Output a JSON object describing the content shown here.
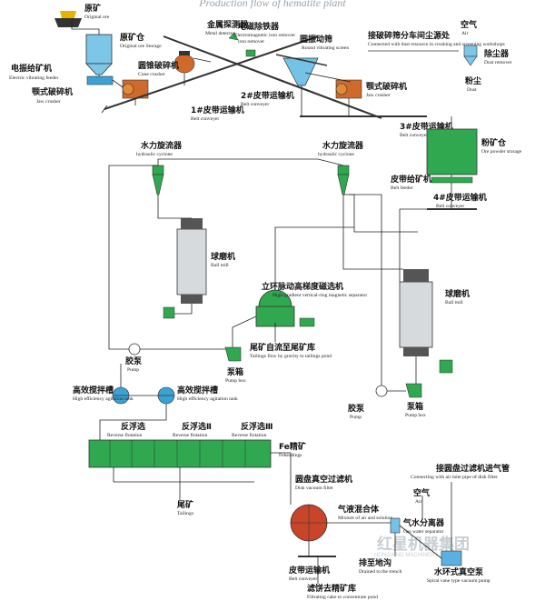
{
  "title": "Production flow of hematite plant",
  "labels": {
    "raw_ore": {
      "zh": "原矿",
      "en": "Original ore"
    },
    "raw_ore_bin": {
      "zh": "原矿仓",
      "en": "Original ore Storage"
    },
    "feeder": {
      "zh": "电振给矿机",
      "en": "Electric vibrating feeder"
    },
    "jaw1": {
      "zh": "颚式破碎机",
      "en": "Jaw crusher"
    },
    "detector": {
      "zh": "金属探测器",
      "en": "Metal detector"
    },
    "cone": {
      "zh": "圆锥破碎机",
      "en": "Cone crusher"
    },
    "iron_remover": {
      "zh": "电磁除铁器",
      "en": "Electromagnetic iron remover"
    },
    "screen": {
      "zh": "圆振动筛",
      "en": "Round vibrating screen"
    },
    "dust_conn": {
      "zh": "接破碎筛分车间尘源处",
      "en": "Connected with dust resource in crushing and screening workshops"
    },
    "air_top": {
      "zh": "空气",
      "en": "Air"
    },
    "dust_remover": {
      "zh": "除尘器",
      "en": "Dust remover"
    },
    "dust": {
      "zh": "粉尘",
      "en": "Dust"
    },
    "jaw2": {
      "zh": "颚式破碎机",
      "en": "Jaw crusher"
    },
    "belt1": {
      "zh": "1#皮带运输机",
      "en": "Belt conveyer"
    },
    "belt2": {
      "zh": "2#皮带运输机",
      "en": "Belt conveyer"
    },
    "belt3": {
      "zh": "3#皮带运输机",
      "en": "Belt conveyer"
    },
    "powder_bin": {
      "zh": "粉矿仓",
      "en": "Ore powder storage"
    },
    "belt_feeder": {
      "zh": "皮带给矿机",
      "en": "Belt feeder"
    },
    "belt4": {
      "zh": "4#皮带运输机",
      "en": "Belt conveyer"
    },
    "cyclone1": {
      "zh": "水力旋流器",
      "en": "hydraulic cyclone"
    },
    "cyclone2": {
      "zh": "水力旋流器",
      "en": "hydraulic cyclone"
    },
    "ball_mill1": {
      "zh": "球磨机",
      "en": "Ball mill"
    },
    "ball_mill2": {
      "zh": "球磨机",
      "en": "Ball mill"
    },
    "separator": {
      "zh": "立环脉动高梯度磁选机",
      "en": "High-gradient vertical-ring magnetic separator"
    },
    "tailings_flow": {
      "zh": "尾矿自流至尾矿库",
      "en": "Tailings flow by gravity to tailings pond"
    },
    "pump1": {
      "zh": "胶泵",
      "en": "Pump"
    },
    "pumpbox1": {
      "zh": "泵箱",
      "en": "Pump box"
    },
    "pump2": {
      "zh": "胶泵",
      "en": "Pump"
    },
    "pumpbox2": {
      "zh": "泵箱",
      "en": "Pump box"
    },
    "agit1": {
      "zh": "高效搅拌槽",
      "en": "High efficiency agitation tank"
    },
    "agit2": {
      "zh": "高效搅拌槽",
      "en": "High efficiency agitation tank"
    },
    "flot1": {
      "zh": "反浮选",
      "en": "Reverse flotation"
    },
    "flot2": {
      "zh": "反浮选Ⅱ",
      "en": "Reverse flotation"
    },
    "flot3": {
      "zh": "反浮选Ⅲ",
      "en": "Reverse flotation"
    },
    "fe_conc": {
      "zh": "Fe精矿",
      "en": "Feheadings"
    },
    "tailings": {
      "zh": "尾矿",
      "en": "Tailings"
    },
    "disk_filter": {
      "zh": "圆盘真空过滤机",
      "en": "Disk vacuum filter"
    },
    "conn_air": {
      "zh": "接圆盘过滤机进气管",
      "en": "Connecting with air inlet pipe of disk filter"
    },
    "air_bottom": {
      "zh": "空气",
      "en": "Air"
    },
    "gas_liquid": {
      "zh": "气液混合体",
      "en": "Mixture of air and solution"
    },
    "gas_sep": {
      "zh": "气水分离器",
      "en": "Gas water separator"
    },
    "belt_bottom": {
      "zh": "皮带运输机",
      "en": "Belt conveyer"
    },
    "trench": {
      "zh": "排至地沟",
      "en": "Drained to the trench"
    },
    "vac_pump": {
      "zh": "水环式真空泵",
      "en": "Spiral vane type vacuum pump"
    },
    "filter_cake": {
      "zh": "滤饼去精矿库",
      "en": "Filtrating cake to concentrate pond"
    }
  },
  "watermark": {
    "zh": "红星机器集团",
    "en": "HONGXING MACHINERY GROUP"
  },
  "colors": {
    "green": "#2fa84f",
    "line": "#222222",
    "red": "#c8452a",
    "blue": "#74c2e6",
    "orange": "#d06a2a"
  }
}
